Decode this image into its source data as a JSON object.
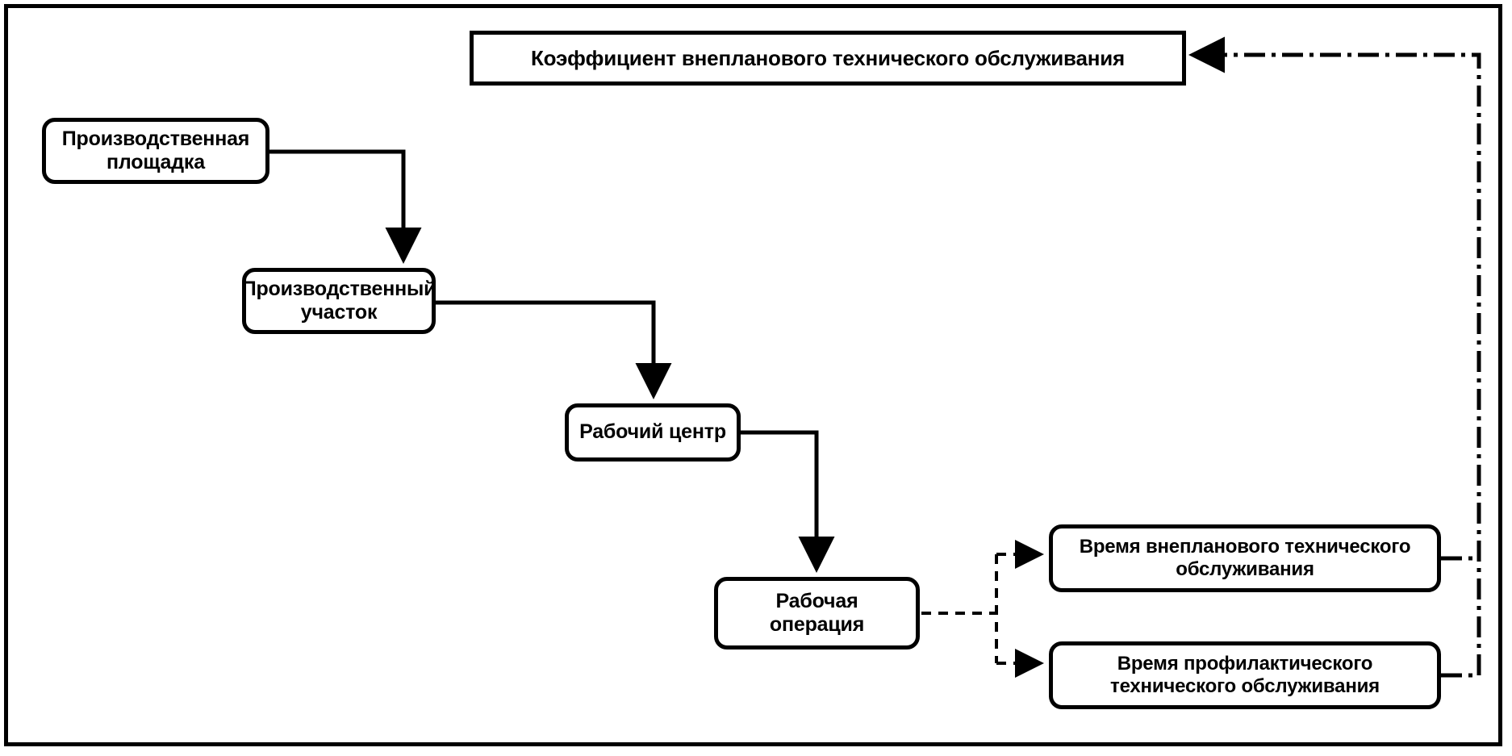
{
  "diagram": {
    "title_box": {
      "label": "Коэффициент внепланового технического обслуживания"
    },
    "nodes": [
      {
        "id": "site",
        "label": "Производственная площадка"
      },
      {
        "id": "area",
        "label": "Производственный участок"
      },
      {
        "id": "center",
        "label": "Рабочий центр"
      },
      {
        "id": "op",
        "label": "Рабочая операция"
      },
      {
        "id": "unplan",
        "label": "Время внепланового технического обслуживания"
      },
      {
        "id": "prevent",
        "label": "Время профилактического технического обслуживания"
      }
    ],
    "colors": {
      "stroke": "#000000",
      "fill": "#ffffff",
      "frame": "#000000"
    }
  }
}
